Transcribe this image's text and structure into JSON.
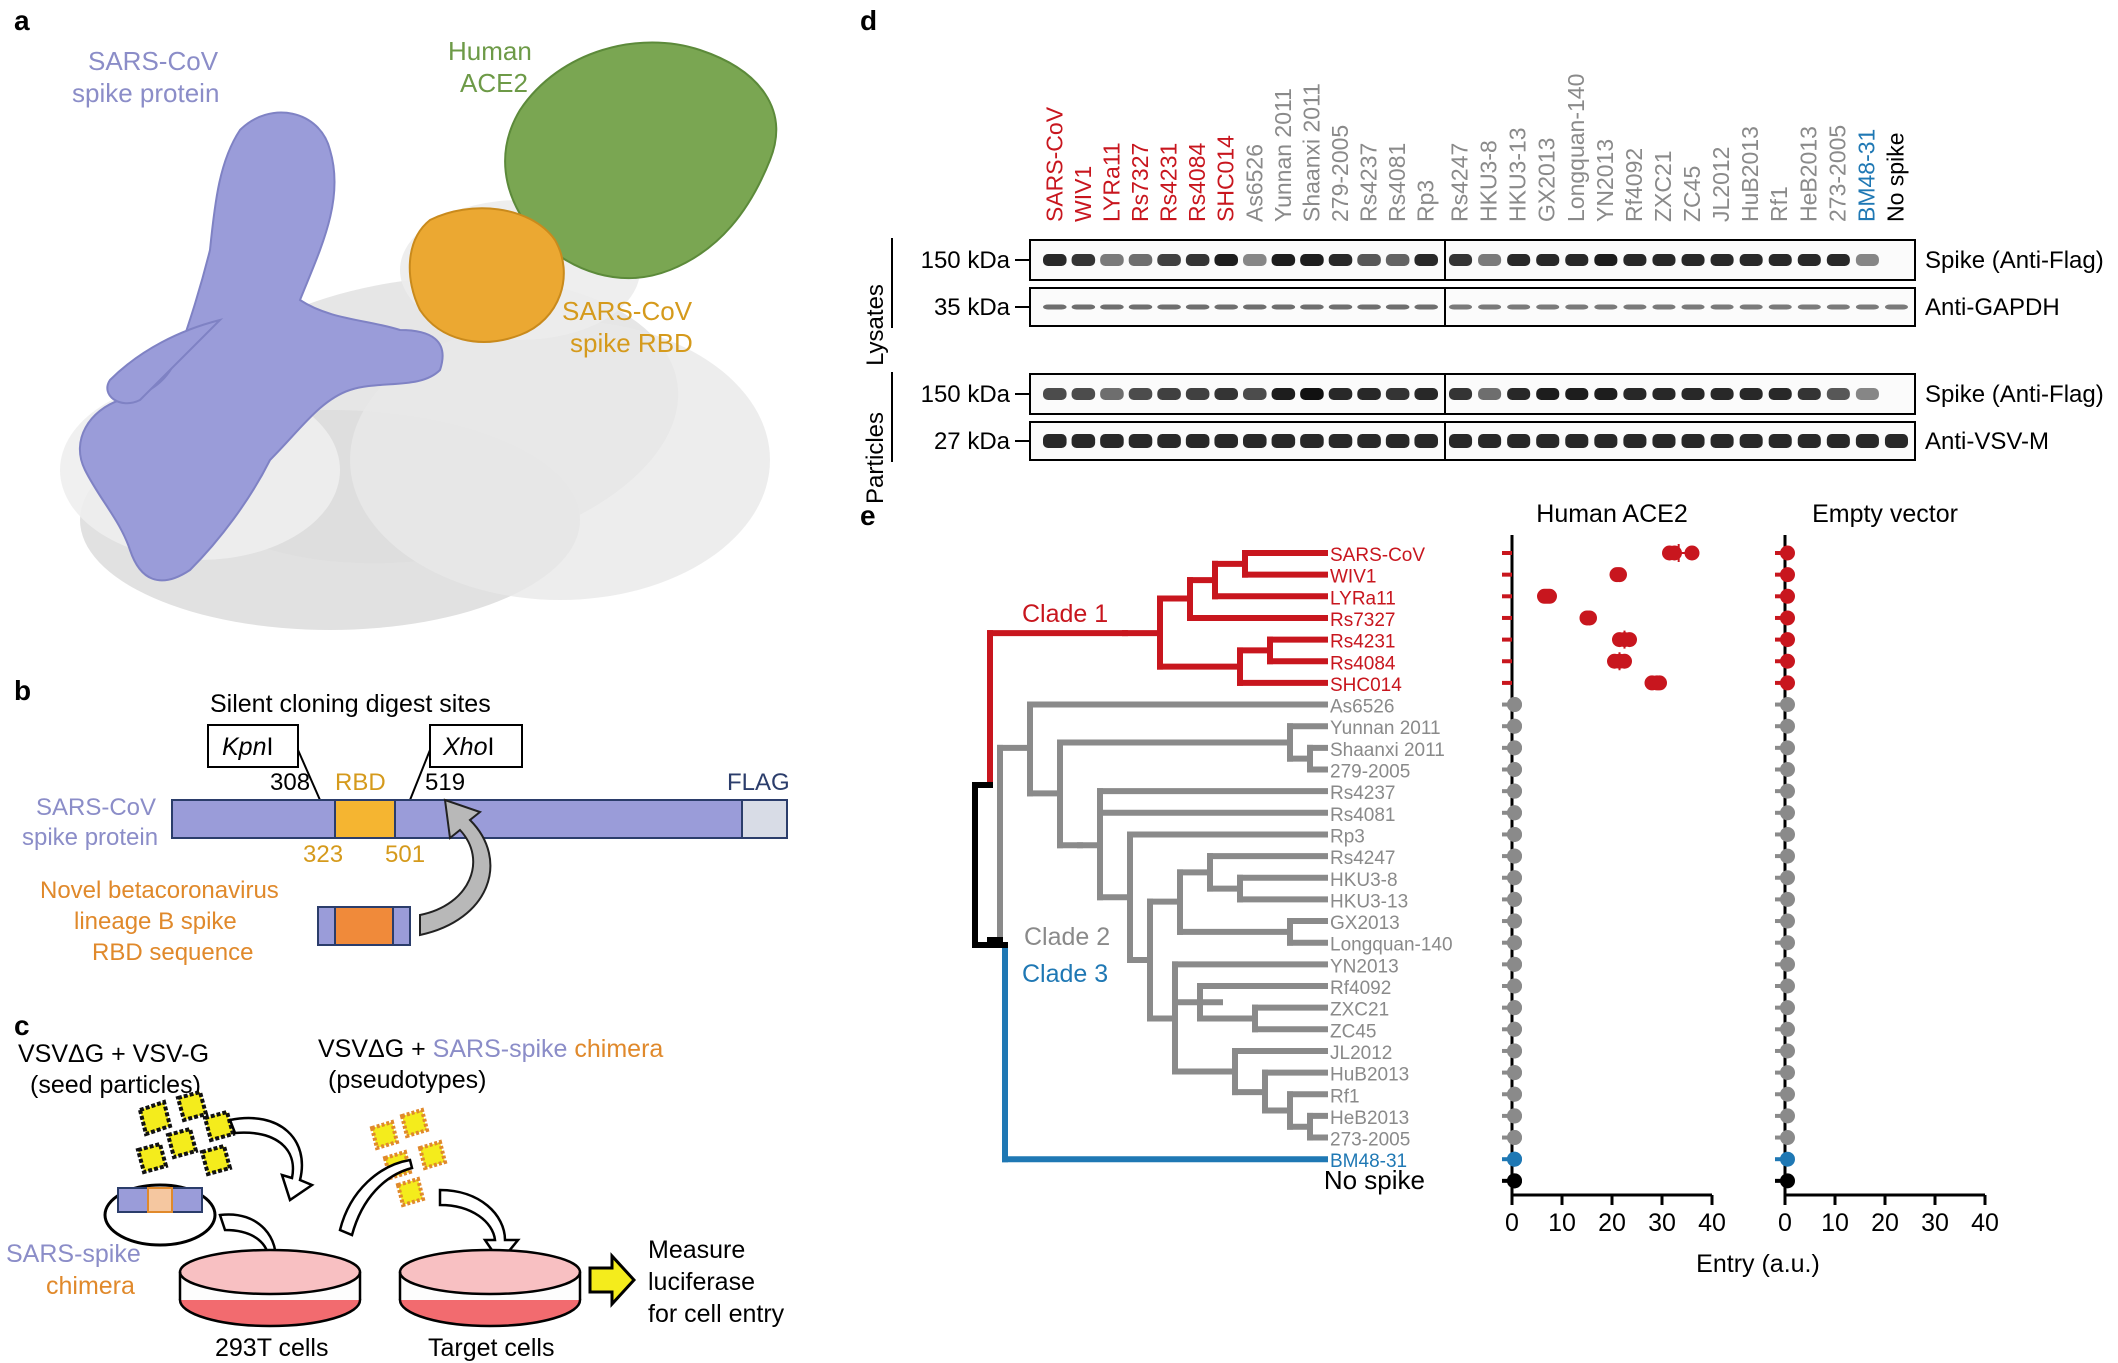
{
  "panels": {
    "a": "a",
    "b": "b",
    "c": "c",
    "d": "d",
    "e": "e"
  },
  "colors": {
    "red": "#c8161e",
    "grey": "#8a8a8a",
    "blue": "#1f78b4",
    "black": "#000000",
    "spike": "#9a9cd9",
    "ace2": "#6d9a47",
    "rbd": "#e8a52c",
    "insert": "#f08a3a"
  },
  "panel_a": {
    "spike_label_1": "SARS-CoV",
    "spike_label_2": "spike protein",
    "ace2_label_1": "Human",
    "ace2_label_2": "ACE2",
    "rbd_label_1": "SARS-CoV",
    "rbd_label_2": "spike RBD"
  },
  "panel_b": {
    "title": "Silent cloning digest sites",
    "kpn": "Kpn",
    "kpn_suffix": "I",
    "xho": "Xho",
    "xho_suffix": "I",
    "pos_308": "308",
    "pos_519": "519",
    "pos_323": "323",
    "pos_501": "501",
    "rbd": "RBD",
    "flag": "FLAG",
    "spike_1": "SARS-CoV",
    "spike_2": "spike protein",
    "novel_1": "Novel betacoronavirus",
    "novel_2": "lineage B spike",
    "novel_3": "RBD sequence"
  },
  "panel_c": {
    "seed_1": "VSVΔG + VSV-G",
    "seed_2": "(seed particles)",
    "pseudo_prefix": "VSVΔG + ",
    "pseudo_spike": "SARS-spike",
    "pseudo_chimera": " chimera",
    "pseudo_2": "(pseudotypes)",
    "chimera_1": "SARS-spike",
    "chimera_2": "chimera",
    "cells_293t": "293T cells",
    "target_cells": "Target cells",
    "measure_1": "Measure",
    "measure_2": "luciferase",
    "measure_3": "for cell entry"
  },
  "panel_d": {
    "lanes_left": [
      {
        "name": "SARS-CoV",
        "clade": "red"
      },
      {
        "name": "WIV1",
        "clade": "red"
      },
      {
        "name": "LYRa11",
        "clade": "red"
      },
      {
        "name": "Rs7327",
        "clade": "red"
      },
      {
        "name": "Rs4231",
        "clade": "red"
      },
      {
        "name": "Rs4084",
        "clade": "red"
      },
      {
        "name": "SHC014",
        "clade": "red"
      },
      {
        "name": "As6526",
        "clade": "grey"
      },
      {
        "name": "Yunnan 2011",
        "clade": "grey"
      },
      {
        "name": "Shaanxi 2011",
        "clade": "grey"
      },
      {
        "name": "279-2005",
        "clade": "grey"
      },
      {
        "name": "Rs4237",
        "clade": "grey"
      },
      {
        "name": "Rs4081",
        "clade": "grey"
      },
      {
        "name": "Rp3",
        "clade": "grey"
      }
    ],
    "lanes_right": [
      {
        "name": "Rs4247",
        "clade": "grey"
      },
      {
        "name": "HKU3-8",
        "clade": "grey"
      },
      {
        "name": "HKU3-13",
        "clade": "grey"
      },
      {
        "name": "GX2013",
        "clade": "grey"
      },
      {
        "name": "Longquan-140",
        "clade": "grey"
      },
      {
        "name": "YN2013",
        "clade": "grey"
      },
      {
        "name": "Rf4092",
        "clade": "grey"
      },
      {
        "name": "ZXC21",
        "clade": "grey"
      },
      {
        "name": "ZC45",
        "clade": "grey"
      },
      {
        "name": "JL2012",
        "clade": "grey"
      },
      {
        "name": "HuB2013",
        "clade": "grey"
      },
      {
        "name": "Rf1",
        "clade": "grey"
      },
      {
        "name": "HeB2013",
        "clade": "grey"
      },
      {
        "name": "273-2005",
        "clade": "grey"
      },
      {
        "name": "BM48-31",
        "clade": "blue"
      },
      {
        "name": "No spike",
        "clade": "black"
      }
    ],
    "group_lysates": "Lysates",
    "group_particles": "Particles",
    "rows": [
      {
        "size": "150 kDa",
        "antibody": "Spike (Anti-Flag)"
      },
      {
        "size": "35 kDa",
        "antibody": "Anti-GAPDH"
      },
      {
        "size": "150 kDa",
        "antibody": "Spike (Anti-Flag)"
      },
      {
        "size": "27 kDa",
        "antibody": "Anti-VSV-M"
      }
    ]
  },
  "panel_e": {
    "clade1": "Clade 1",
    "clade2": "Clade 2",
    "clade3": "Clade 3",
    "taxa": [
      {
        "name": "SARS-CoV",
        "clade": "red"
      },
      {
        "name": "WIV1",
        "clade": "red"
      },
      {
        "name": "LYRa11",
        "clade": "red"
      },
      {
        "name": "Rs7327",
        "clade": "red"
      },
      {
        "name": "Rs4231",
        "clade": "red"
      },
      {
        "name": "Rs4084",
        "clade": "red"
      },
      {
        "name": "SHC014",
        "clade": "red"
      },
      {
        "name": "As6526",
        "clade": "grey"
      },
      {
        "name": "Yunnan 2011",
        "clade": "grey"
      },
      {
        "name": "Shaanxi 2011",
        "clade": "grey"
      },
      {
        "name": "279-2005",
        "clade": "grey"
      },
      {
        "name": "Rs4237",
        "clade": "grey"
      },
      {
        "name": "Rs4081",
        "clade": "grey"
      },
      {
        "name": "Rp3",
        "clade": "grey"
      },
      {
        "name": "Rs4247",
        "clade": "grey"
      },
      {
        "name": "HKU3-8",
        "clade": "grey"
      },
      {
        "name": "HKU3-13",
        "clade": "grey"
      },
      {
        "name": "GX2013",
        "clade": "grey"
      },
      {
        "name": "Longquan-140",
        "clade": "grey"
      },
      {
        "name": "YN2013",
        "clade": "grey"
      },
      {
        "name": "Rf4092",
        "clade": "grey"
      },
      {
        "name": "ZXC21",
        "clade": "grey"
      },
      {
        "name": "ZC45",
        "clade": "grey"
      },
      {
        "name": "JL2012",
        "clade": "grey"
      },
      {
        "name": "HuB2013",
        "clade": "grey"
      },
      {
        "name": "Rf1",
        "clade": "grey"
      },
      {
        "name": "HeB2013",
        "clade": "grey"
      },
      {
        "name": "273-2005",
        "clade": "grey"
      },
      {
        "name": "BM48-31",
        "clade": "blue"
      },
      {
        "name": "No spike",
        "clade": "black"
      }
    ]
  },
  "chart_data": [
    {
      "type": "scatter",
      "title": "Human ACE2",
      "xlabel": "Entry (a.u.)",
      "xlim": [
        0,
        40
      ],
      "xticks": [
        0,
        10,
        20,
        30,
        40
      ],
      "categories": [
        "SARS-CoV",
        "WIV1",
        "LYRa11",
        "Rs7327",
        "Rs4231",
        "Rs4084",
        "SHC014",
        "As6526",
        "Yunnan 2011",
        "Shaanxi 2011",
        "279-2005",
        "Rs4237",
        "Rs4081",
        "Rp3",
        "Rs4247",
        "HKU3-8",
        "HKU3-13",
        "GX2013",
        "Longquan-140",
        "YN2013",
        "Rf4092",
        "ZXC21",
        "ZC45",
        "JL2012",
        "HuB2013",
        "Rf1",
        "HeB2013",
        "273-2005",
        "BM48-31",
        "No spike"
      ],
      "values": [
        [
          31.5,
          32.5,
          36
        ],
        [
          21,
          21.5
        ],
        [
          6.5,
          7,
          7.5
        ],
        [
          15,
          15.5
        ],
        [
          21.5,
          22.5,
          23.5
        ],
        [
          20.5,
          21.5,
          22.5
        ],
        [
          28,
          29,
          29.5
        ],
        [
          0.5,
          0.5
        ],
        [
          0.5,
          0.5
        ],
        [
          0.5,
          0.5
        ],
        [
          0.5,
          0.5
        ],
        [
          0.5,
          0.5
        ],
        [
          0.5,
          0.5
        ],
        [
          0.5,
          0.5
        ],
        [
          0.5,
          0.5
        ],
        [
          0.5,
          0.5
        ],
        [
          0.5,
          0.5
        ],
        [
          0.5,
          0.5
        ],
        [
          0.5,
          0.5
        ],
        [
          0.5,
          0.5
        ],
        [
          0.5,
          0.5
        ],
        [
          0.5,
          0.5
        ],
        [
          0.5,
          0.5
        ],
        [
          0.5,
          0.5
        ],
        [
          0.5,
          0.5
        ],
        [
          0.5,
          0.5
        ],
        [
          0.5,
          0.5
        ],
        [
          0.5,
          0.5
        ],
        [
          0.5,
          0.5
        ],
        [
          0.5,
          0.5
        ]
      ]
    },
    {
      "type": "scatter",
      "title": "Empty vector",
      "xlabel": "Entry (a.u.)",
      "xlim": [
        0,
        40
      ],
      "xticks": [
        0,
        10,
        20,
        30,
        40
      ],
      "categories": [
        "SARS-CoV",
        "WIV1",
        "LYRa11",
        "Rs7327",
        "Rs4231",
        "Rs4084",
        "SHC014",
        "As6526",
        "Yunnan 2011",
        "Shaanxi 2011",
        "279-2005",
        "Rs4237",
        "Rs4081",
        "Rp3",
        "Rs4247",
        "HKU3-8",
        "HKU3-13",
        "GX2013",
        "Longquan-140",
        "YN2013",
        "Rf4092",
        "ZXC21",
        "ZC45",
        "JL2012",
        "HuB2013",
        "Rf1",
        "HeB2013",
        "273-2005",
        "BM48-31",
        "No spike"
      ],
      "values": [
        [
          0.5
        ],
        [
          0.5
        ],
        [
          0.5
        ],
        [
          0.5
        ],
        [
          0.5
        ],
        [
          0.5
        ],
        [
          0.5
        ],
        [
          0.5
        ],
        [
          0.5
        ],
        [
          0.5
        ],
        [
          0.5
        ],
        [
          0.5
        ],
        [
          0.5
        ],
        [
          0.5
        ],
        [
          0.5
        ],
        [
          0.5
        ],
        [
          0.5
        ],
        [
          0.5
        ],
        [
          0.5
        ],
        [
          0.5
        ],
        [
          0.5
        ],
        [
          0.5
        ],
        [
          0.5
        ],
        [
          0.5
        ],
        [
          0.5
        ],
        [
          0.5
        ],
        [
          0.5
        ],
        [
          0.5
        ],
        [
          0.5
        ],
        [
          0.5
        ]
      ]
    }
  ]
}
